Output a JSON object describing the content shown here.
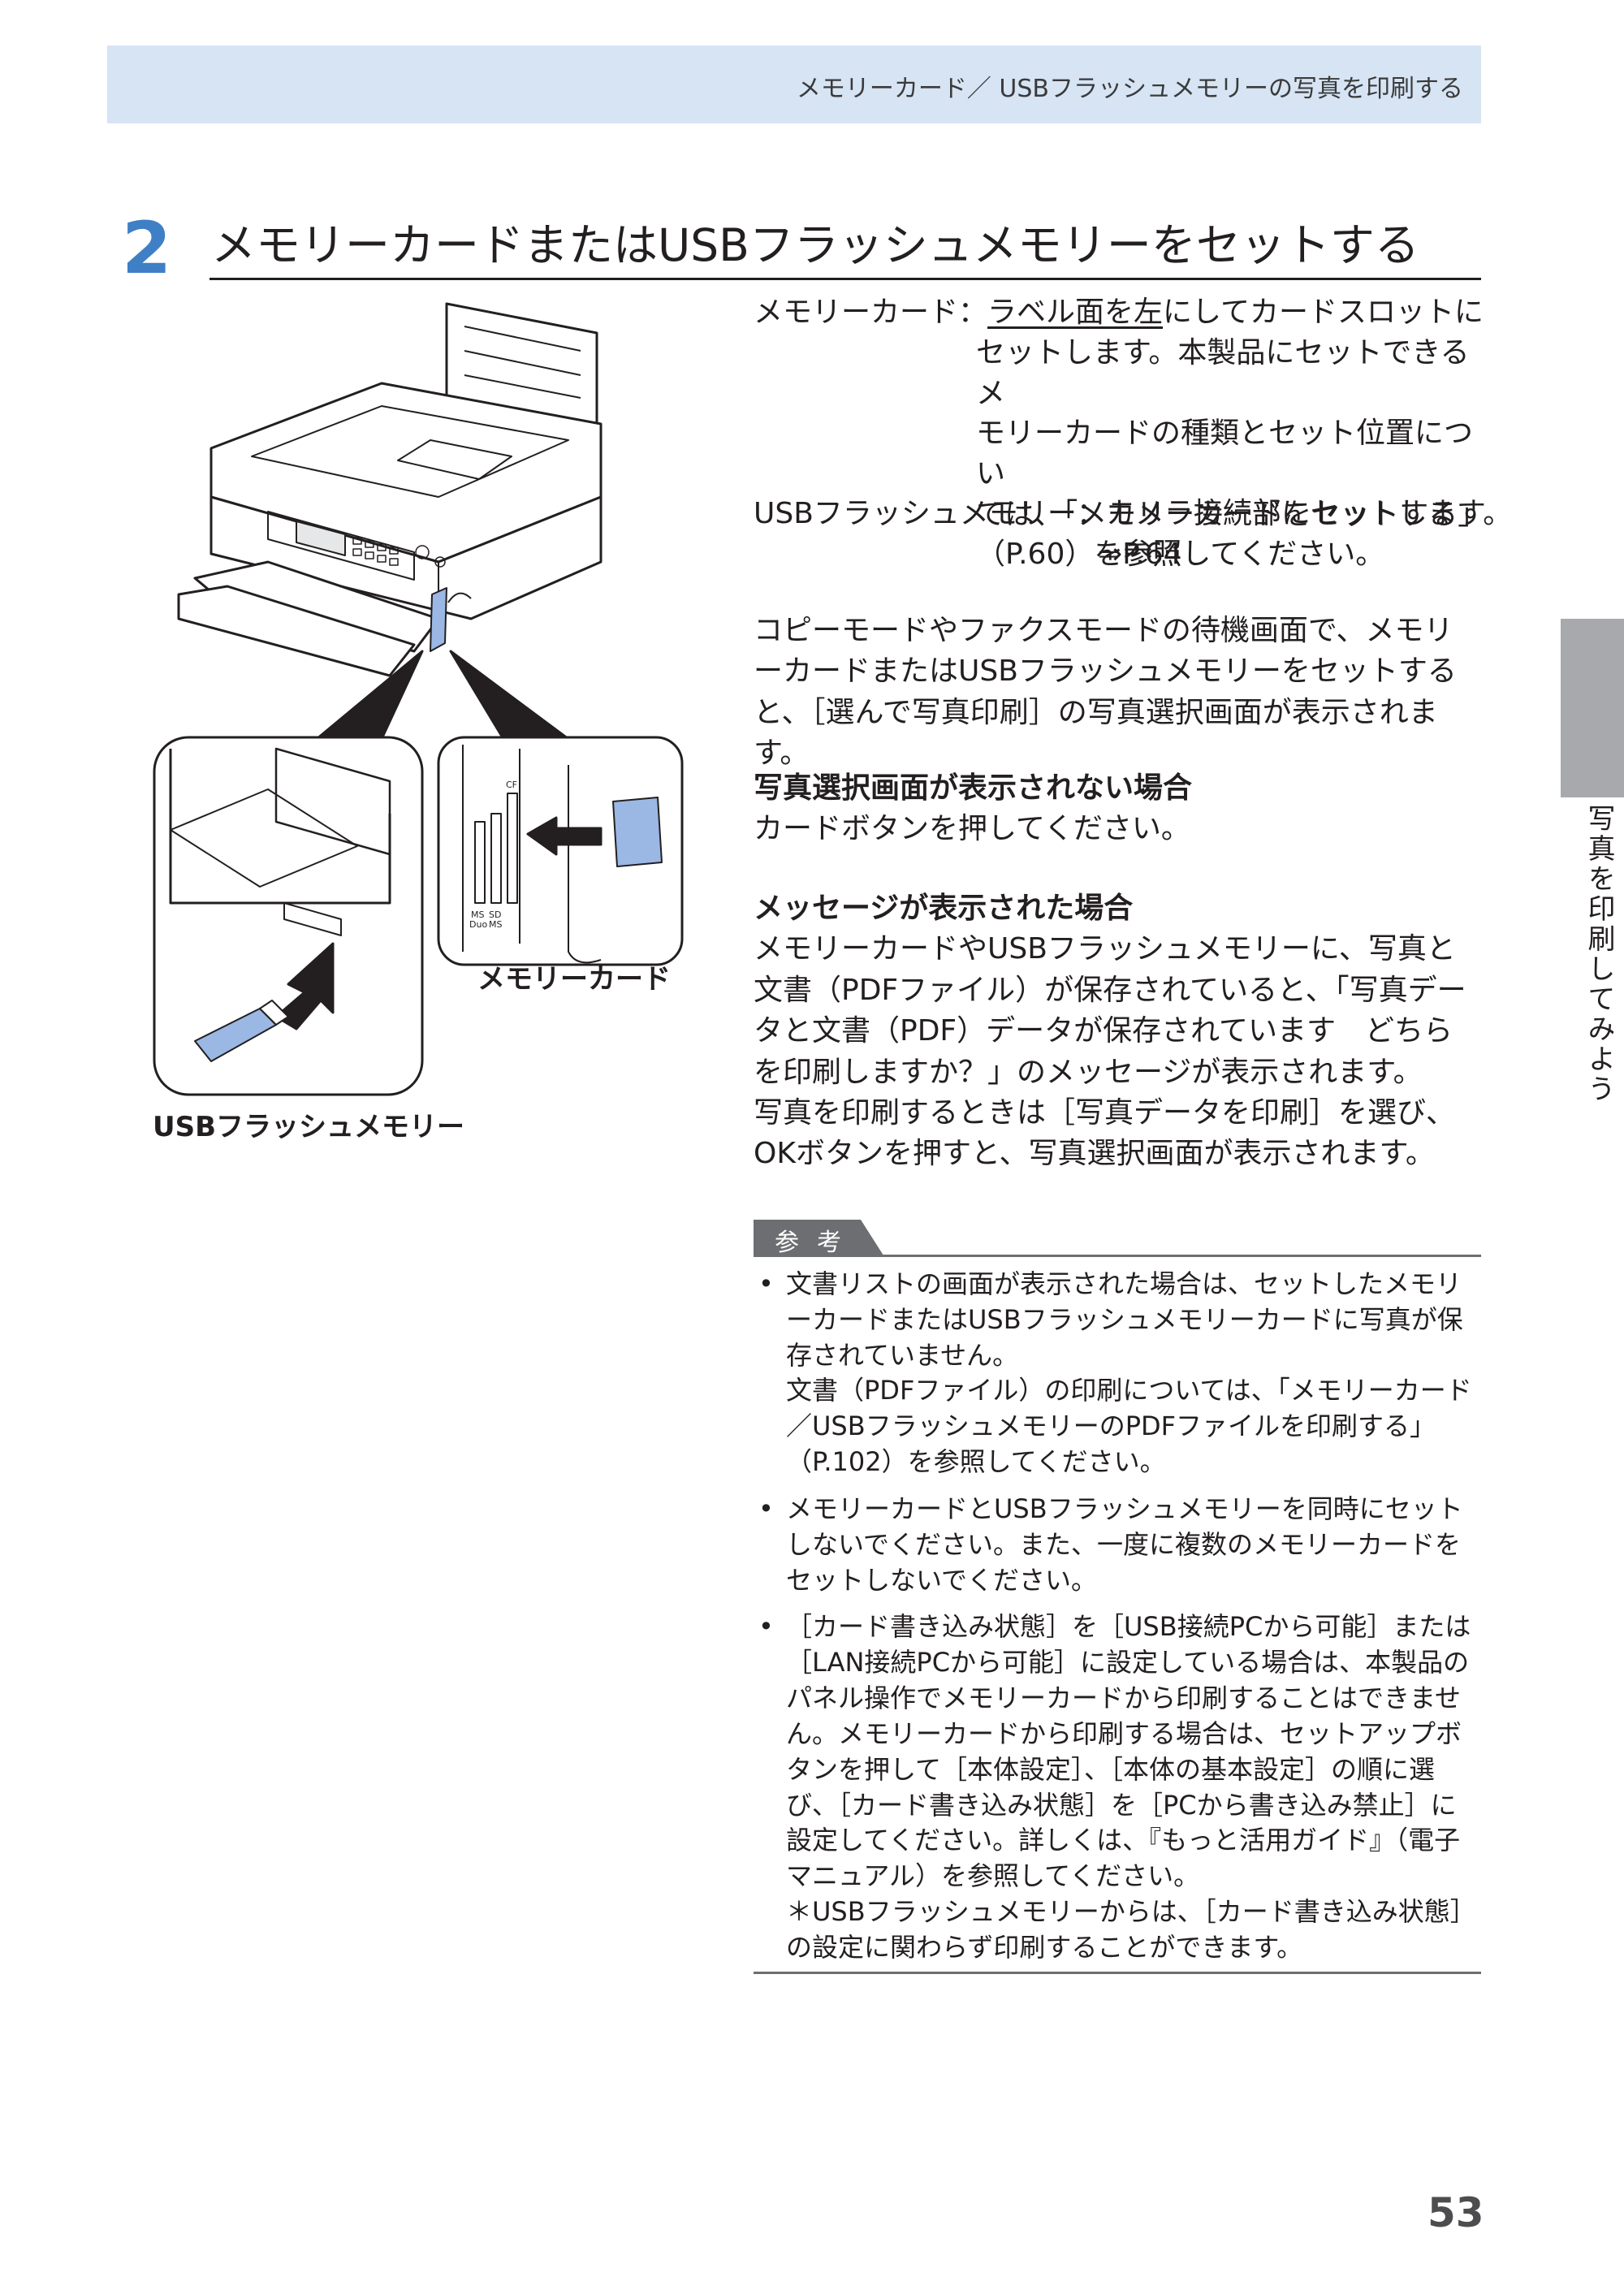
{
  "header": {
    "title": "メモリーカード／ USBフラッシュメモリーの写真を印刷する"
  },
  "step": {
    "number": "2",
    "title": "メモリーカードまたはUSBフラッシュメモリーをセットする"
  },
  "illustration": {
    "caption_usb": "USBフラッシュメモリー",
    "caption_card": "メモリーカード",
    "slot_label_cf": "CF",
    "slot_label_ms": "MS",
    "slot_label_sd": "SD",
    "slot_label_duo": "Duo"
  },
  "memory_card_def": {
    "term": "メモリーカード：",
    "underlined": "ラベル面を左",
    "line1_rest": "にしてカードスロットに",
    "line2": "セットします。本製品にセットできるメ",
    "line3": "モリーカードの種類とセット位置につい",
    "line4": "ては、「メモリーカードをセットする」",
    "line5": "（P.60）を参照してください。"
  },
  "usb_def": {
    "term": "USBフラッシュメモリー：",
    "desc": "カメラ接続部にセットします。",
    "ref": "⇒P.64"
  },
  "body": {
    "para1": "コピーモードやファクスモードの待機画面で、メモリーカードまたはUSBフラッシュメモリーをセットすると、［選んで写真印刷］の写真選択画面が表示されます。",
    "sub1_title": "写真選択画面が表示されない場合",
    "sub1_text": "カードボタンを押してください。",
    "sub2_title": "メッセージが表示された場合",
    "sub2_text1": "メモリーカードやUSBフラッシュメモリーに、写真と文書（PDFファイル）が保存されていると、「写真データと文書（PDF）データが保存されています　どちらを印刷しますか？」のメッセージが表示されます。",
    "sub2_text2": "写真を印刷するときは［写真データを印刷］を選び、OKボタンを押すと、写真選択画面が表示されます。"
  },
  "note": {
    "label": "参考",
    "bullet": "•",
    "items": [
      {
        "text": "文書リストの画面が表示された場合は、セットしたメモリーカードまたはUSBフラッシュメモリーカードに写真が保存されていません。",
        "sub": "文書（PDFファイル）の印刷については、「メモリーカード／USBフラッシュメモリーのPDFファイルを印刷する」（P.102）を参照してください。"
      },
      {
        "text": "メモリーカードとUSBフラッシュメモリーを同時にセットしないでください。また、一度に複数のメモリーカードをセットしないでください。",
        "sub": ""
      },
      {
        "text": "［カード書き込み状態］を［USB接続PCから可能］または［LAN接続PCから可能］に設定している場合は、本製品のパネル操作でメモリーカードから印刷することはできません。メモリーカードから印刷する場合は、セットアップボタンを押して［本体設定］、［本体の基本設定］の順に選び、［カード書き込み状態］を［PCから書き込み禁止］に設定してください。詳しくは、『もっと活用ガイド』（電子マニュアル）を参照してください。",
        "sub": "＊USBフラッシュメモリーからは、［カード書き込み状態］の設定に関わらず印刷することができます。"
      }
    ]
  },
  "side_tab": {
    "label": "写真を印刷してみよう"
  },
  "page_number": "53"
}
